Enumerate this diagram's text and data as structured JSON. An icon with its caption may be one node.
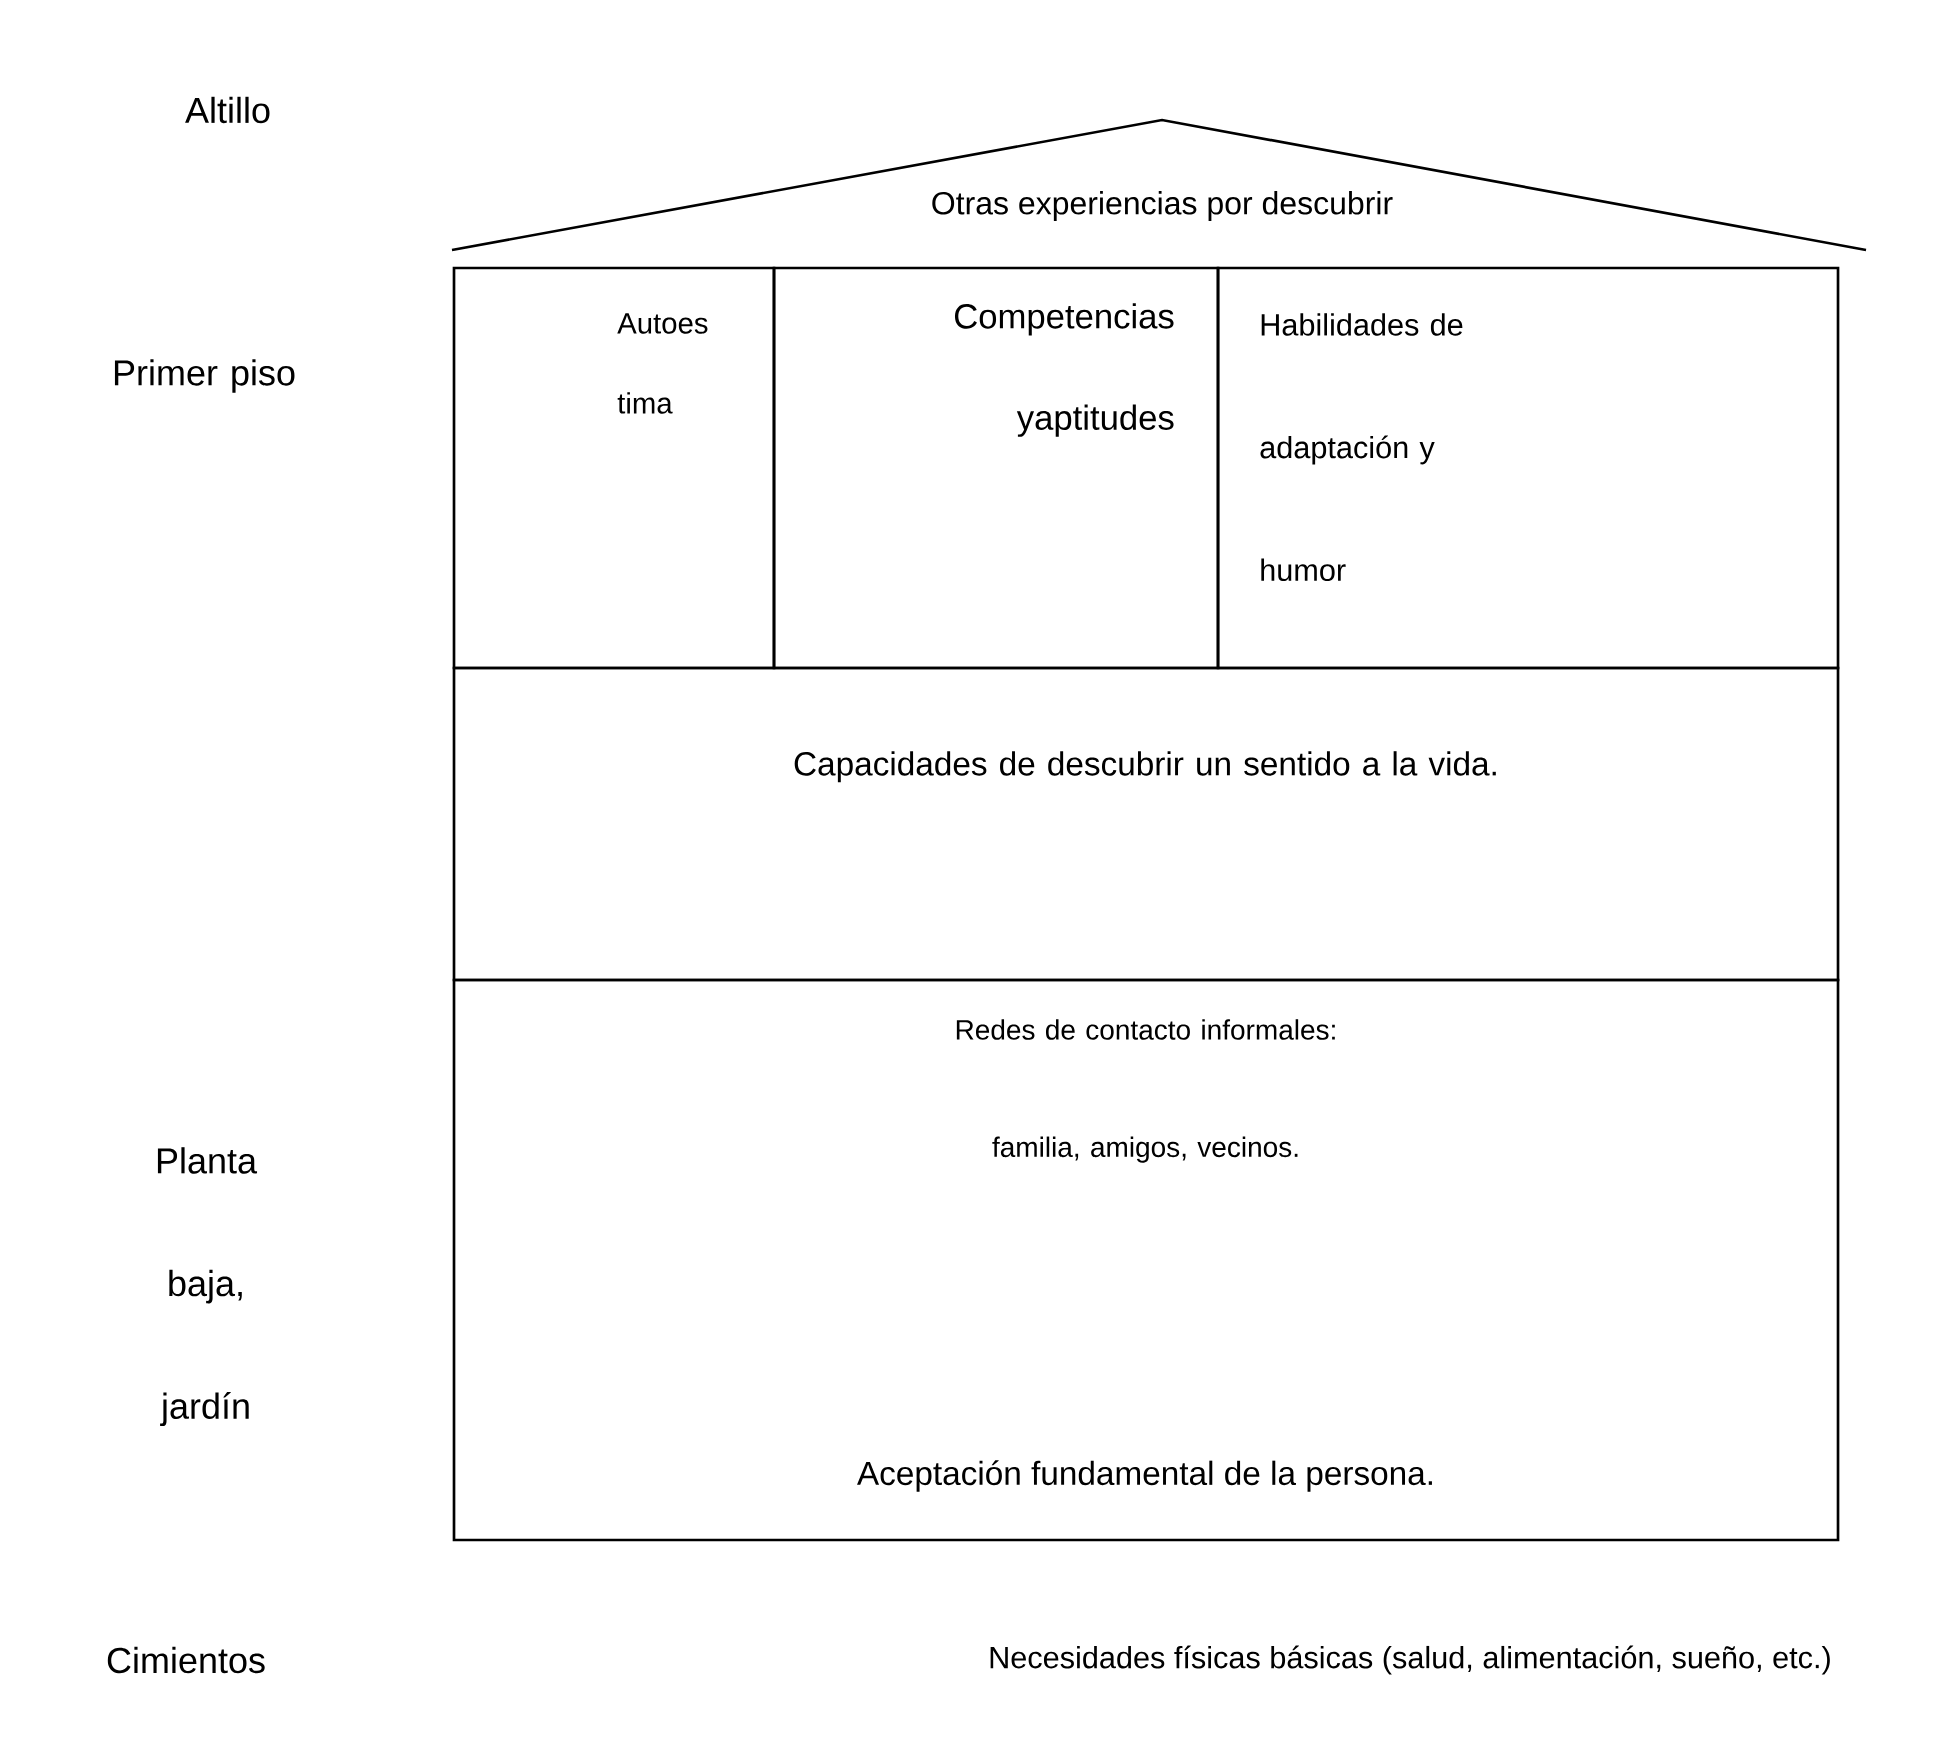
{
  "diagram": {
    "nodes": [
      {
        "text": [
          "Otras experiencias por descubrir"
        ]
      },
      {
        "text": [
          "Autoes tima"
        ]
      },
      {
        "text": [
          "Competencias yaptitudes"
        ]
      },
      {
        "text": [
          "Habilidades de adaptación y humor"
        ]
      },
      {
        "text": [
          "Capacidades de descubrir un sentido a la vida."
        ]
      },
      {
        "text": [
          "Redes de contacto informales: familia, amigos, vecinos.",
          "Aceptación fundamental de la persona."
        ]
      }
    ],
    "labels": [
      "Altillo",
      "Primer piso",
      "Planta baja, jardín",
      "Cimientos",
      "Necesidades físicas básicas (salud, alimentación, sueño, etc.)"
    ]
  }
}
